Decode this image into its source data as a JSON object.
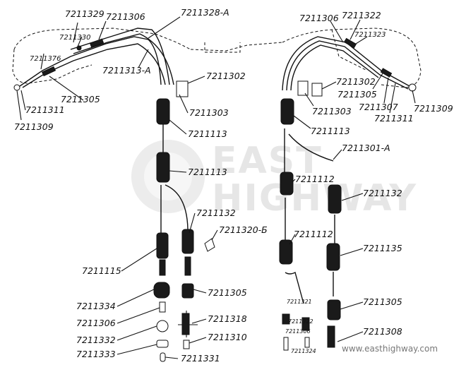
{
  "watermark": {
    "line1": "EAST",
    "line2": "HIGHWAY",
    "url": "www.easthighway.com"
  },
  "labels": {
    "l7211329": "7211329",
    "l7211306_a": "7211306",
    "l7211328a": "7211328-A",
    "l7211330": "7211330",
    "l7211376": "7211376",
    "l7211313a": "7211313-A",
    "l7211305_a": "7211305",
    "l7211311_a": "7211311",
    "l7211309_a": "7211309",
    "l7211302_a": "7211302",
    "l7211303_a": "7211303",
    "l7211113_a": "7211113",
    "l7211113_b": "7211113",
    "l7211132_a": "7211132",
    "l7211320b": "7211320-Б",
    "l7211115": "7211115",
    "l7211334": "7211334",
    "l7211305_b": "7211305",
    "l7211306_b": "7211306",
    "l7211318": "7211318",
    "l7211332": "7211332",
    "l7211310": "7211310",
    "l7211333": "7211333",
    "l7211331": "7211331",
    "l7211306_c": "7211306",
    "l7211322": "7211322",
    "l7211323": "7211323",
    "l7211302_b": "7211302",
    "l7211305_c": "7211305",
    "l7211307": "7211307",
    "l7211309_b": "7211309",
    "l7211311_b": "7211311",
    "l7211303_b": "7211303",
    "l7211113_c": "7211113",
    "l7211301a": "7211301-A",
    "l7211112_a": "7211112",
    "l7211132_b": "7211132",
    "l7211112_b": "7211112",
    "l7211135": "7211135",
    "l7211305_d": "7211305",
    "l7211321": "7211321",
    "l7211322_s": "7211322",
    "l7211306_s": "7211306",
    "l7211324": "7211324",
    "l7211308": "7211308"
  }
}
